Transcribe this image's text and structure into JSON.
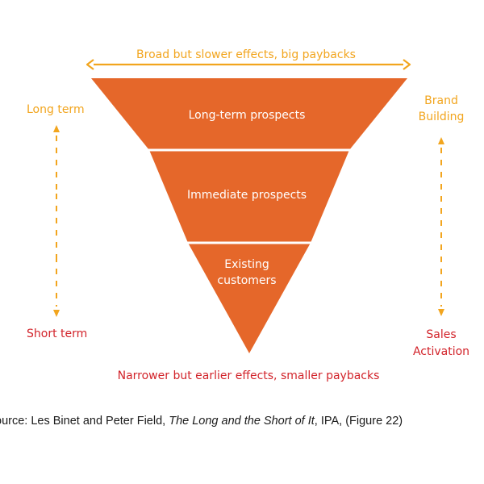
{
  "colors": {
    "funnel": "#E5672A",
    "gold": "#F2A51E",
    "red": "#D2232A",
    "band_divider": "#ffffff"
  },
  "diagram": {
    "top_arrow_label": "Broad but slower effects, big paybacks",
    "bottom_label": "Narrower but earlier effects, smaller paybacks",
    "left_top": "Long term",
    "left_bottom": "Short term",
    "right_top": [
      "Brand",
      "Building"
    ],
    "right_bottom": [
      "Sales",
      "Activation"
    ],
    "bands": [
      {
        "lines": [
          "Long-term prospects"
        ]
      },
      {
        "lines": [
          "Immediate prospects"
        ]
      },
      {
        "lines": [
          "Existing",
          "customers"
        ]
      }
    ]
  },
  "source": {
    "prefix": "ource: Les Binet and Peter Field, ",
    "title": "The Long and the Short of It",
    "suffix": ", IPA, (Figure 22)"
  }
}
